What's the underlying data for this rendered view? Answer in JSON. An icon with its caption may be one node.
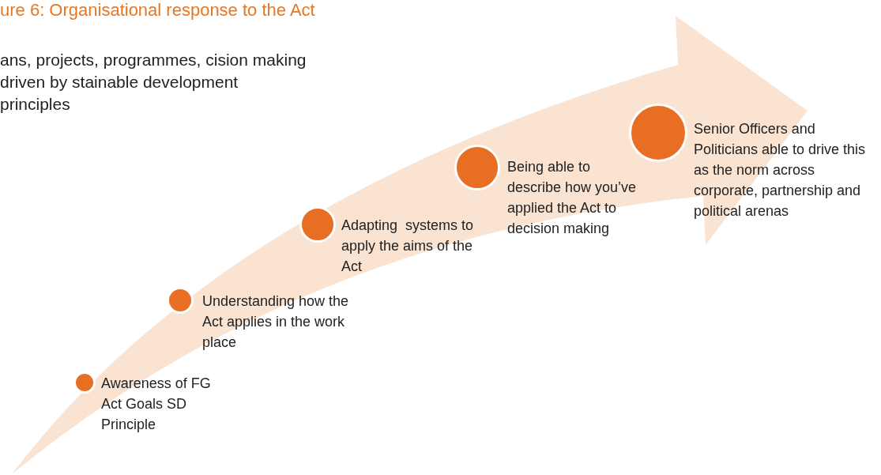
{
  "diagram": {
    "title": "ure 6: Organisational response to the Act",
    "nodes": [
      {
        "text": [],
        "shape": "circle",
        "beside": [
          "Awareness of FG Act Goals SD Principle"
        ]
      },
      {
        "text": [],
        "shape": "circle",
        "beside": [
          "Understanding how the Act applies in the work place"
        ]
      },
      {
        "text": [],
        "shape": "circle",
        "beside": [
          "Adapting  systems to apply the aims of the Act"
        ]
      },
      {
        "text": [],
        "shape": "circle",
        "beside": [
          "Being able to describe how you’ve applied the Act to decision making"
        ]
      },
      {
        "text": [],
        "shape": "circle",
        "beside": [
          "Senior Officers and Politicians able to drive this as the norm across corporate, partnership and political arenas"
        ]
      }
    ],
    "labels": [
      "ans, projects, programmes, cision making driven by stainable development principles"
    ]
  }
}
